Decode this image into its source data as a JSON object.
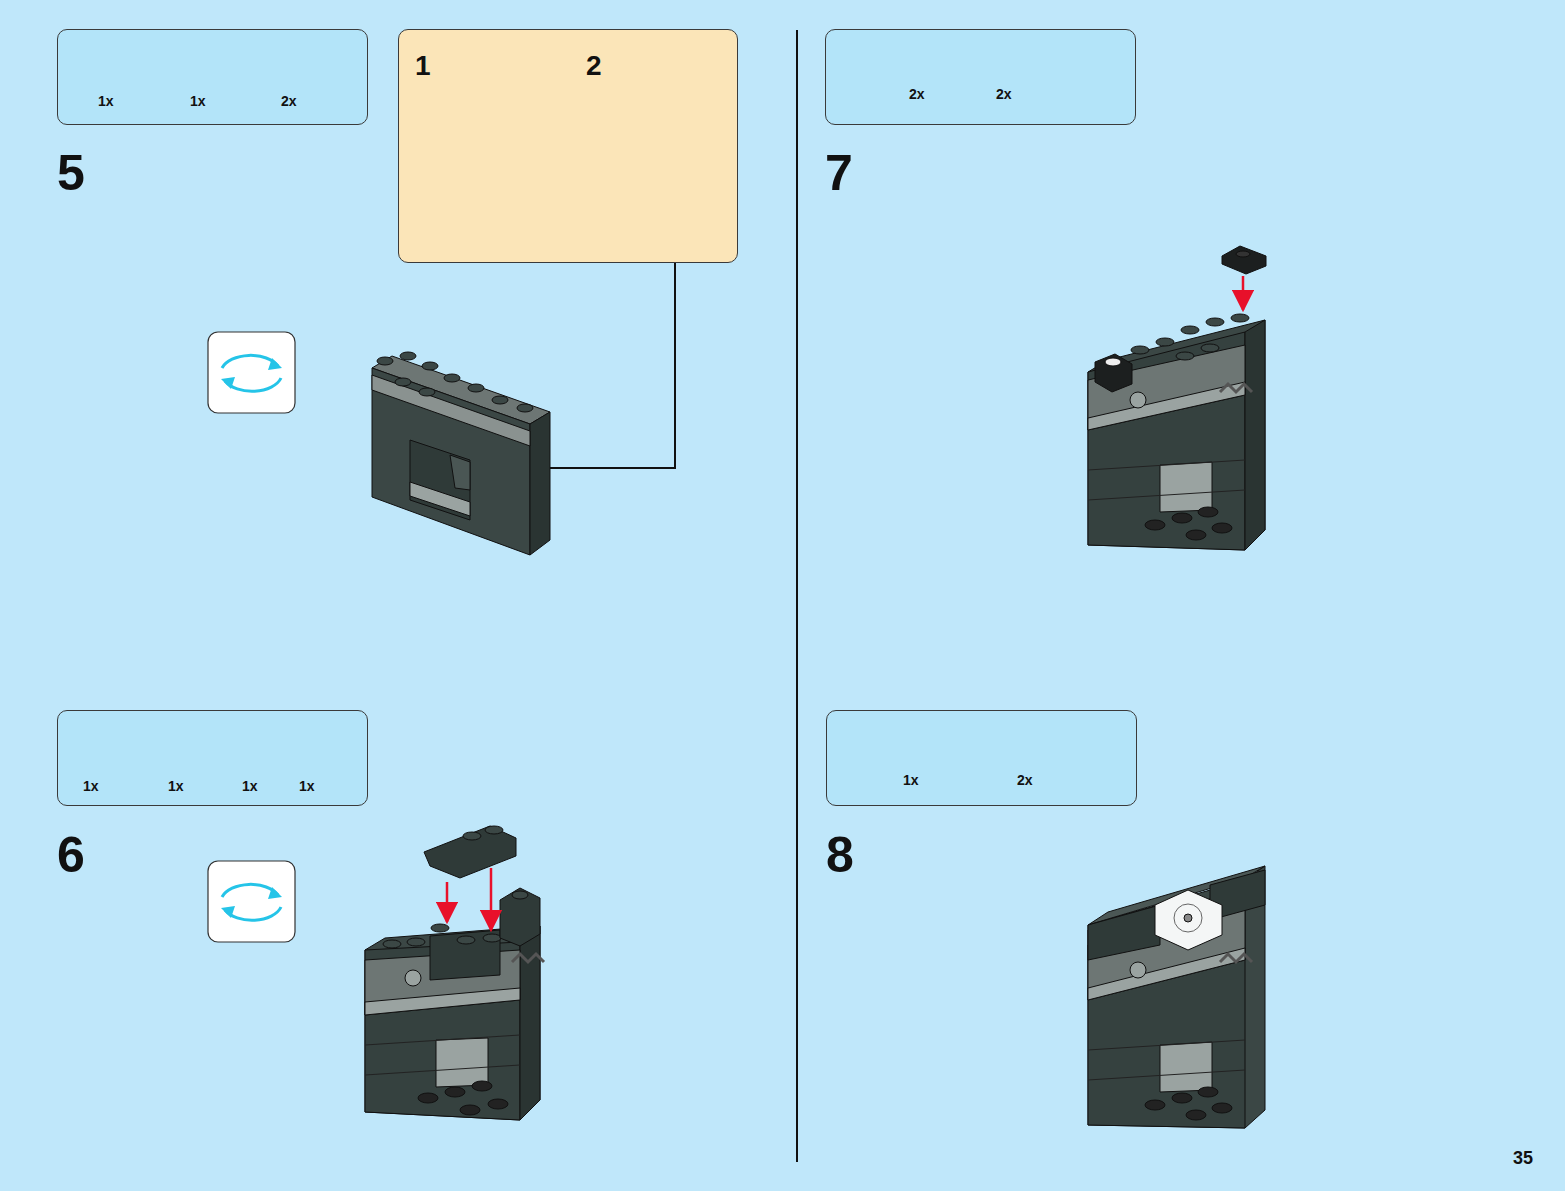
{
  "diagram": {
    "nodes": [
      {
        "text": [
          "1x",
          "1x",
          "2x"
        ]
      },
      {
        "text": [
          "1",
          "2"
        ]
      },
      {
        "text": [
          "2x",
          "2x"
        ]
      },
      {
        "text": [
          "1x",
          "1x",
          "1x",
          "1x"
        ]
      },
      {
        "text": [
          "1x",
          "2x"
        ]
      }
    ],
    "labels": [
      "5",
      "7",
      "6",
      "8",
      "35"
    ]
  }
}
